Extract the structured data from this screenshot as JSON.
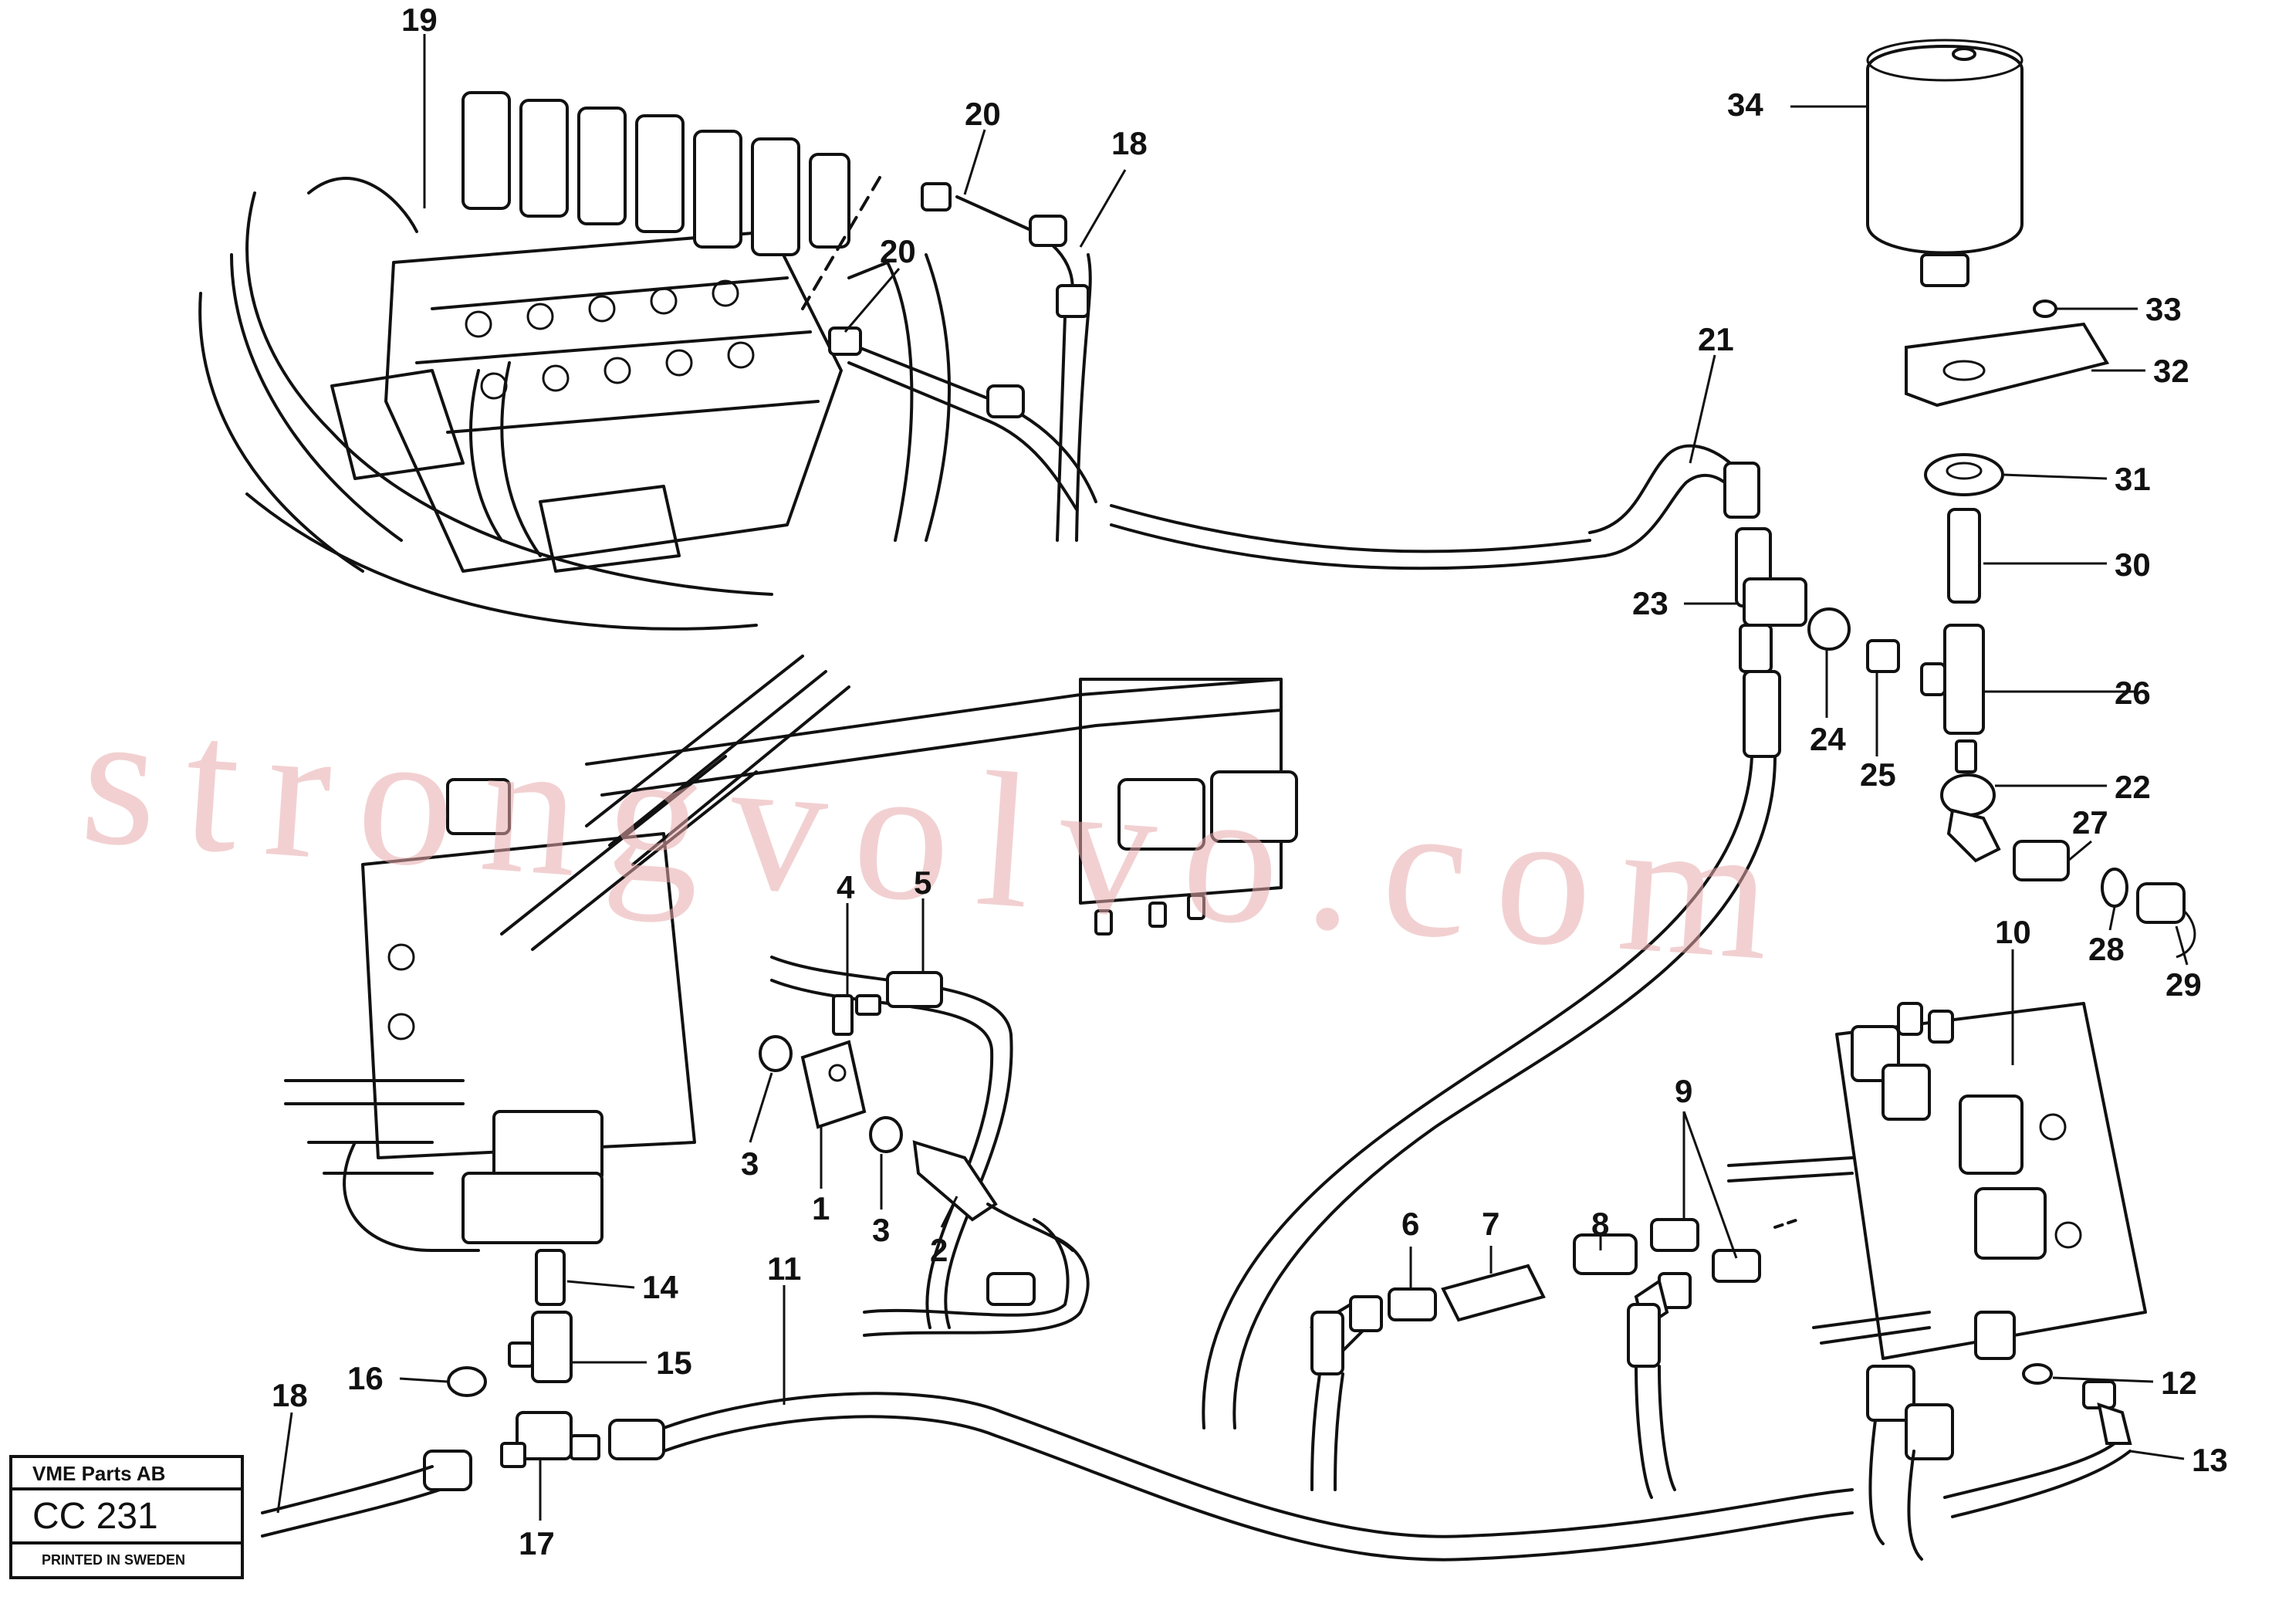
{
  "callouts": [
    {
      "id": "19",
      "text": "19"
    },
    {
      "id": "20a",
      "text": "20"
    },
    {
      "id": "18a",
      "text": "18"
    },
    {
      "id": "20b",
      "text": "20"
    },
    {
      "id": "34",
      "text": "34"
    },
    {
      "id": "33",
      "text": "33"
    },
    {
      "id": "32",
      "text": "32"
    },
    {
      "id": "21",
      "text": "21"
    },
    {
      "id": "31",
      "text": "31"
    },
    {
      "id": "30",
      "text": "30"
    },
    {
      "id": "23",
      "text": "23"
    },
    {
      "id": "24",
      "text": "24"
    },
    {
      "id": "25",
      "text": "25"
    },
    {
      "id": "26",
      "text": "26"
    },
    {
      "id": "22",
      "text": "22"
    },
    {
      "id": "27",
      "text": "27"
    },
    {
      "id": "28",
      "text": "28"
    },
    {
      "id": "29",
      "text": "29"
    },
    {
      "id": "10",
      "text": "10"
    },
    {
      "id": "4",
      "text": "4"
    },
    {
      "id": "5",
      "text": "5"
    },
    {
      "id": "3a",
      "text": "3"
    },
    {
      "id": "1",
      "text": "1"
    },
    {
      "id": "3b",
      "text": "3"
    },
    {
      "id": "2",
      "text": "2"
    },
    {
      "id": "9",
      "text": "9"
    },
    {
      "id": "8",
      "text": "8"
    },
    {
      "id": "7",
      "text": "7"
    },
    {
      "id": "6",
      "text": "6"
    },
    {
      "id": "14",
      "text": "14"
    },
    {
      "id": "11",
      "text": "11"
    },
    {
      "id": "15",
      "text": "15"
    },
    {
      "id": "16",
      "text": "16"
    },
    {
      "id": "18b",
      "text": "18"
    },
    {
      "id": "17",
      "text": "17"
    },
    {
      "id": "12",
      "text": "12"
    },
    {
      "id": "13",
      "text": "13"
    }
  ],
  "watermark": "strongvolvo.com",
  "title_block": {
    "company": "VME Parts AB",
    "code": "CC 231",
    "printed": "PRINTED IN SWEDEN"
  },
  "colors": {
    "line": "#111111",
    "watermark": "#e7a9ac",
    "background": "#ffffff"
  }
}
